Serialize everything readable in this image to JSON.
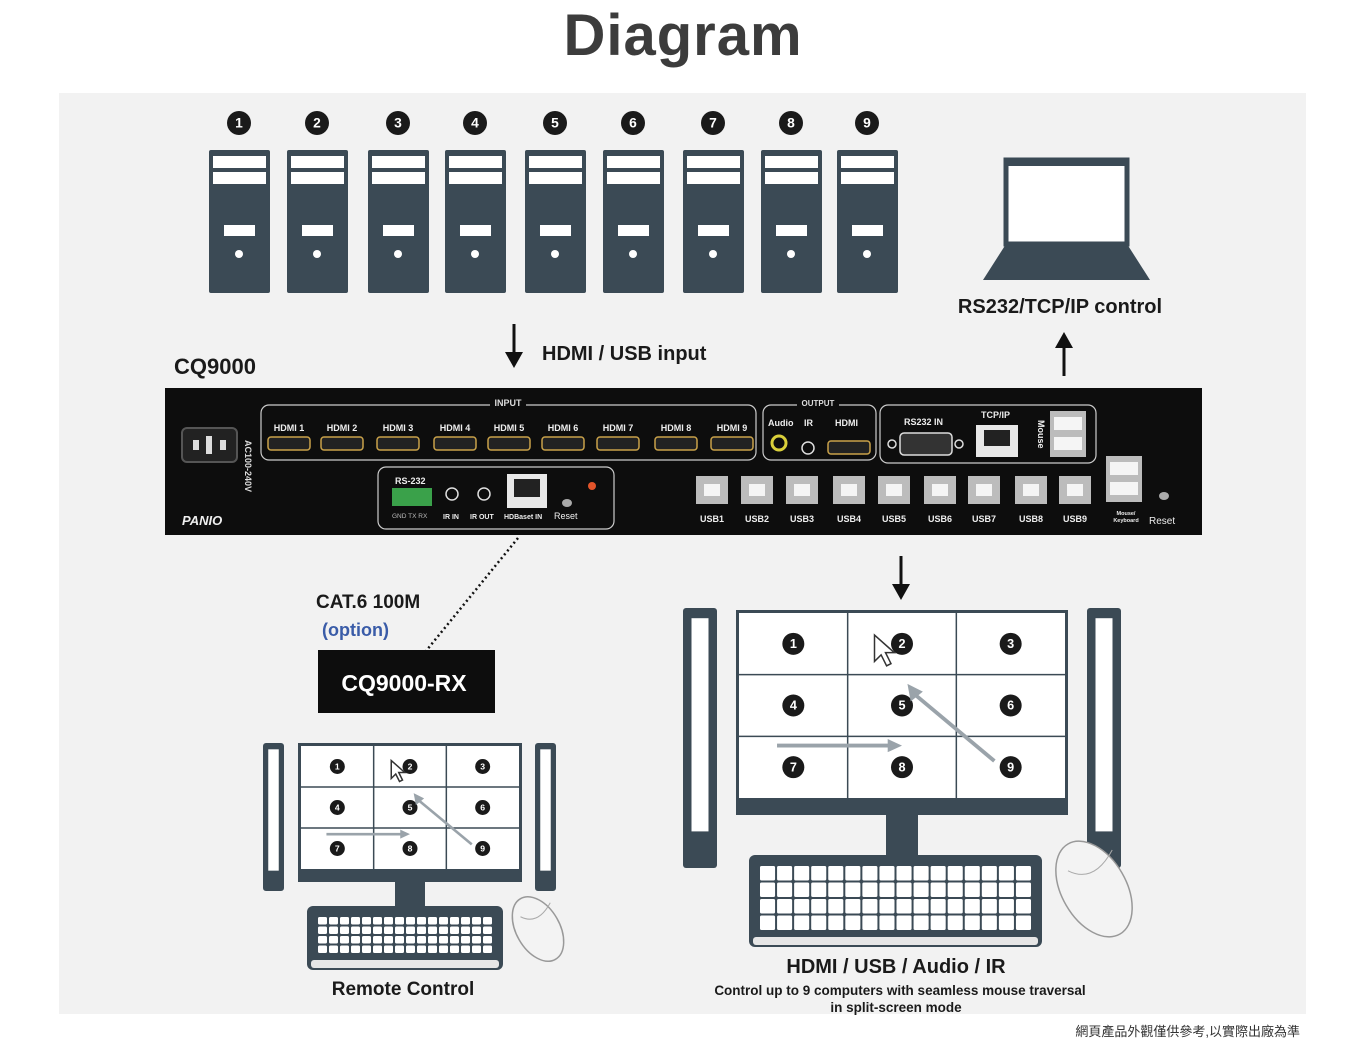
{
  "title": "Diagram",
  "computers": [
    "1",
    "2",
    "3",
    "4",
    "5",
    "6",
    "7",
    "8",
    "9"
  ],
  "labels": {
    "device": "CQ9000",
    "hdmi_usb_input": "HDMI / USB input",
    "rs232_control": "RS232/TCP/IP control",
    "cable": "CAT.6 100M",
    "option": "(option)",
    "receiver": "CQ9000-RX",
    "remote_control": "Remote Control",
    "main_caption": "HDMI / USB / Audio / IR",
    "main_desc_1": "Control up to 9 computers with seamless mouse traversal",
    "main_desc_2": "in split-screen mode"
  },
  "device_panel": {
    "brand": "PANIO",
    "power": "AC100-240V",
    "input_label": "INPUT",
    "output_label": "OUTPUT",
    "hdmi_inputs": [
      "HDMI 1",
      "HDMI 2",
      "HDMI 3",
      "HDMI 4",
      "HDMI 5",
      "HDMI 6",
      "HDMI 7",
      "HDMI 8",
      "HDMI 9"
    ],
    "out_audio": "Audio",
    "out_ir": "IR",
    "out_hdmi": "HDMI",
    "rs232_in": "RS232 IN",
    "tcpip": "TCP/IP",
    "mouse": "Mouse",
    "rs232": "RS-232",
    "gnd_tx_rx": "GND TX RX",
    "ir_in": "IR IN",
    "ir_out": "IR OUT",
    "hdbaset_in": "HDBaset IN",
    "reset": "Reset",
    "usb_ports": [
      "USB1",
      "USB2",
      "USB3",
      "USB4",
      "USB5",
      "USB6",
      "USB7",
      "USB8",
      "USB9"
    ],
    "mouse_keyboard_1": "Mouse/",
    "mouse_keyboard_2": "Keyboard",
    "reset2": "Reset"
  },
  "grid_cells": [
    "1",
    "2",
    "3",
    "4",
    "5",
    "6",
    "7",
    "8",
    "9"
  ],
  "footnote": "網頁產品外觀僅供參考,以實際出廠為準",
  "colors": {
    "dark": "#3b4a55",
    "black": "#101010",
    "accent_blue": "#3a5ca8",
    "arrow_gray": "#9aa3aa"
  }
}
